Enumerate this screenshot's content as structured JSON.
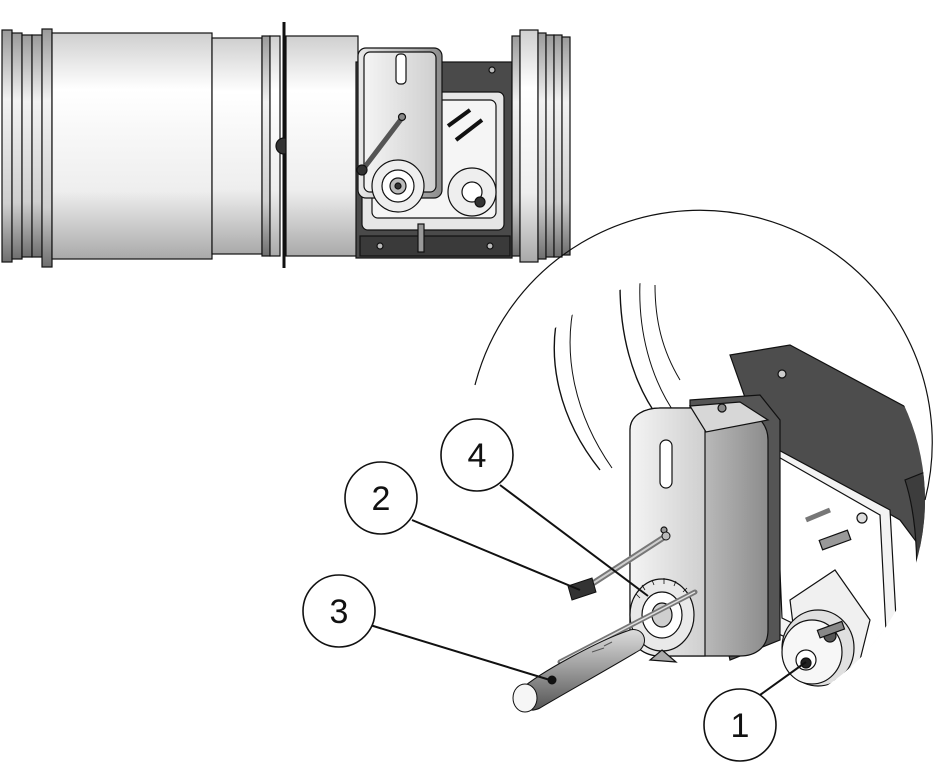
{
  "callouts": [
    {
      "id": "1",
      "label": "1"
    },
    {
      "id": "2",
      "label": "2"
    },
    {
      "id": "3",
      "label": "3"
    },
    {
      "id": "4",
      "label": "4"
    }
  ],
  "colors": {
    "line": "#111111",
    "duct_light": "#f6f6f6",
    "duct_mid": "#d8d8d8",
    "duct_dark": "#9a9a9a",
    "flange": "#4a4a4a",
    "actuator": "#c9c9c9",
    "actuator_dark": "#6e6e6e",
    "handle": "#8a8a8a"
  }
}
